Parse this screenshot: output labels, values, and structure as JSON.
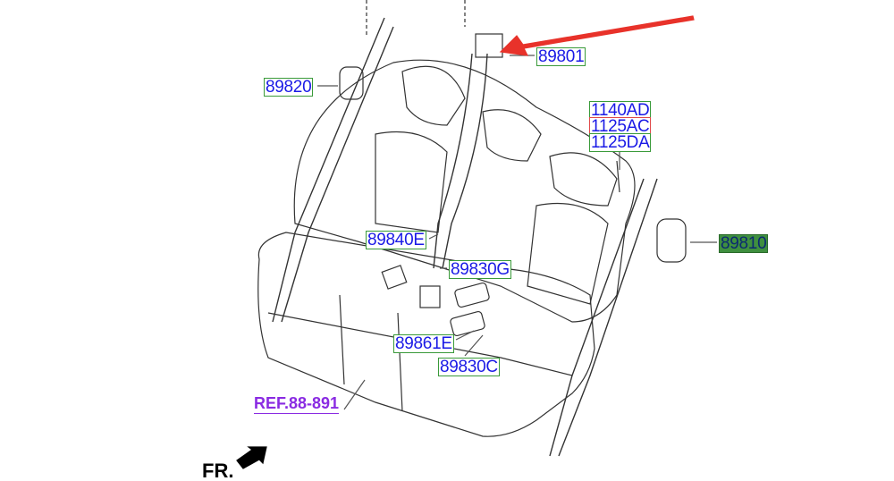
{
  "labels": {
    "p89820": "89820",
    "p89801": "89801",
    "p1140AD": "1140AD",
    "p1125AC": "1125AC",
    "p1125DA": "1125DA",
    "p89810": "89810",
    "p89840E": "89840E",
    "p89830G": "89830G",
    "p89861E": "89861E",
    "p89830C": "89830C"
  },
  "reference": "REF.88-891",
  "direction": "FR.",
  "colors": {
    "label_text": "#1a1ae6",
    "label_border": "#3a9a3a",
    "highlight": "#3f8f3f",
    "ref": "#8a2be2",
    "arrow": "#e8322a"
  }
}
